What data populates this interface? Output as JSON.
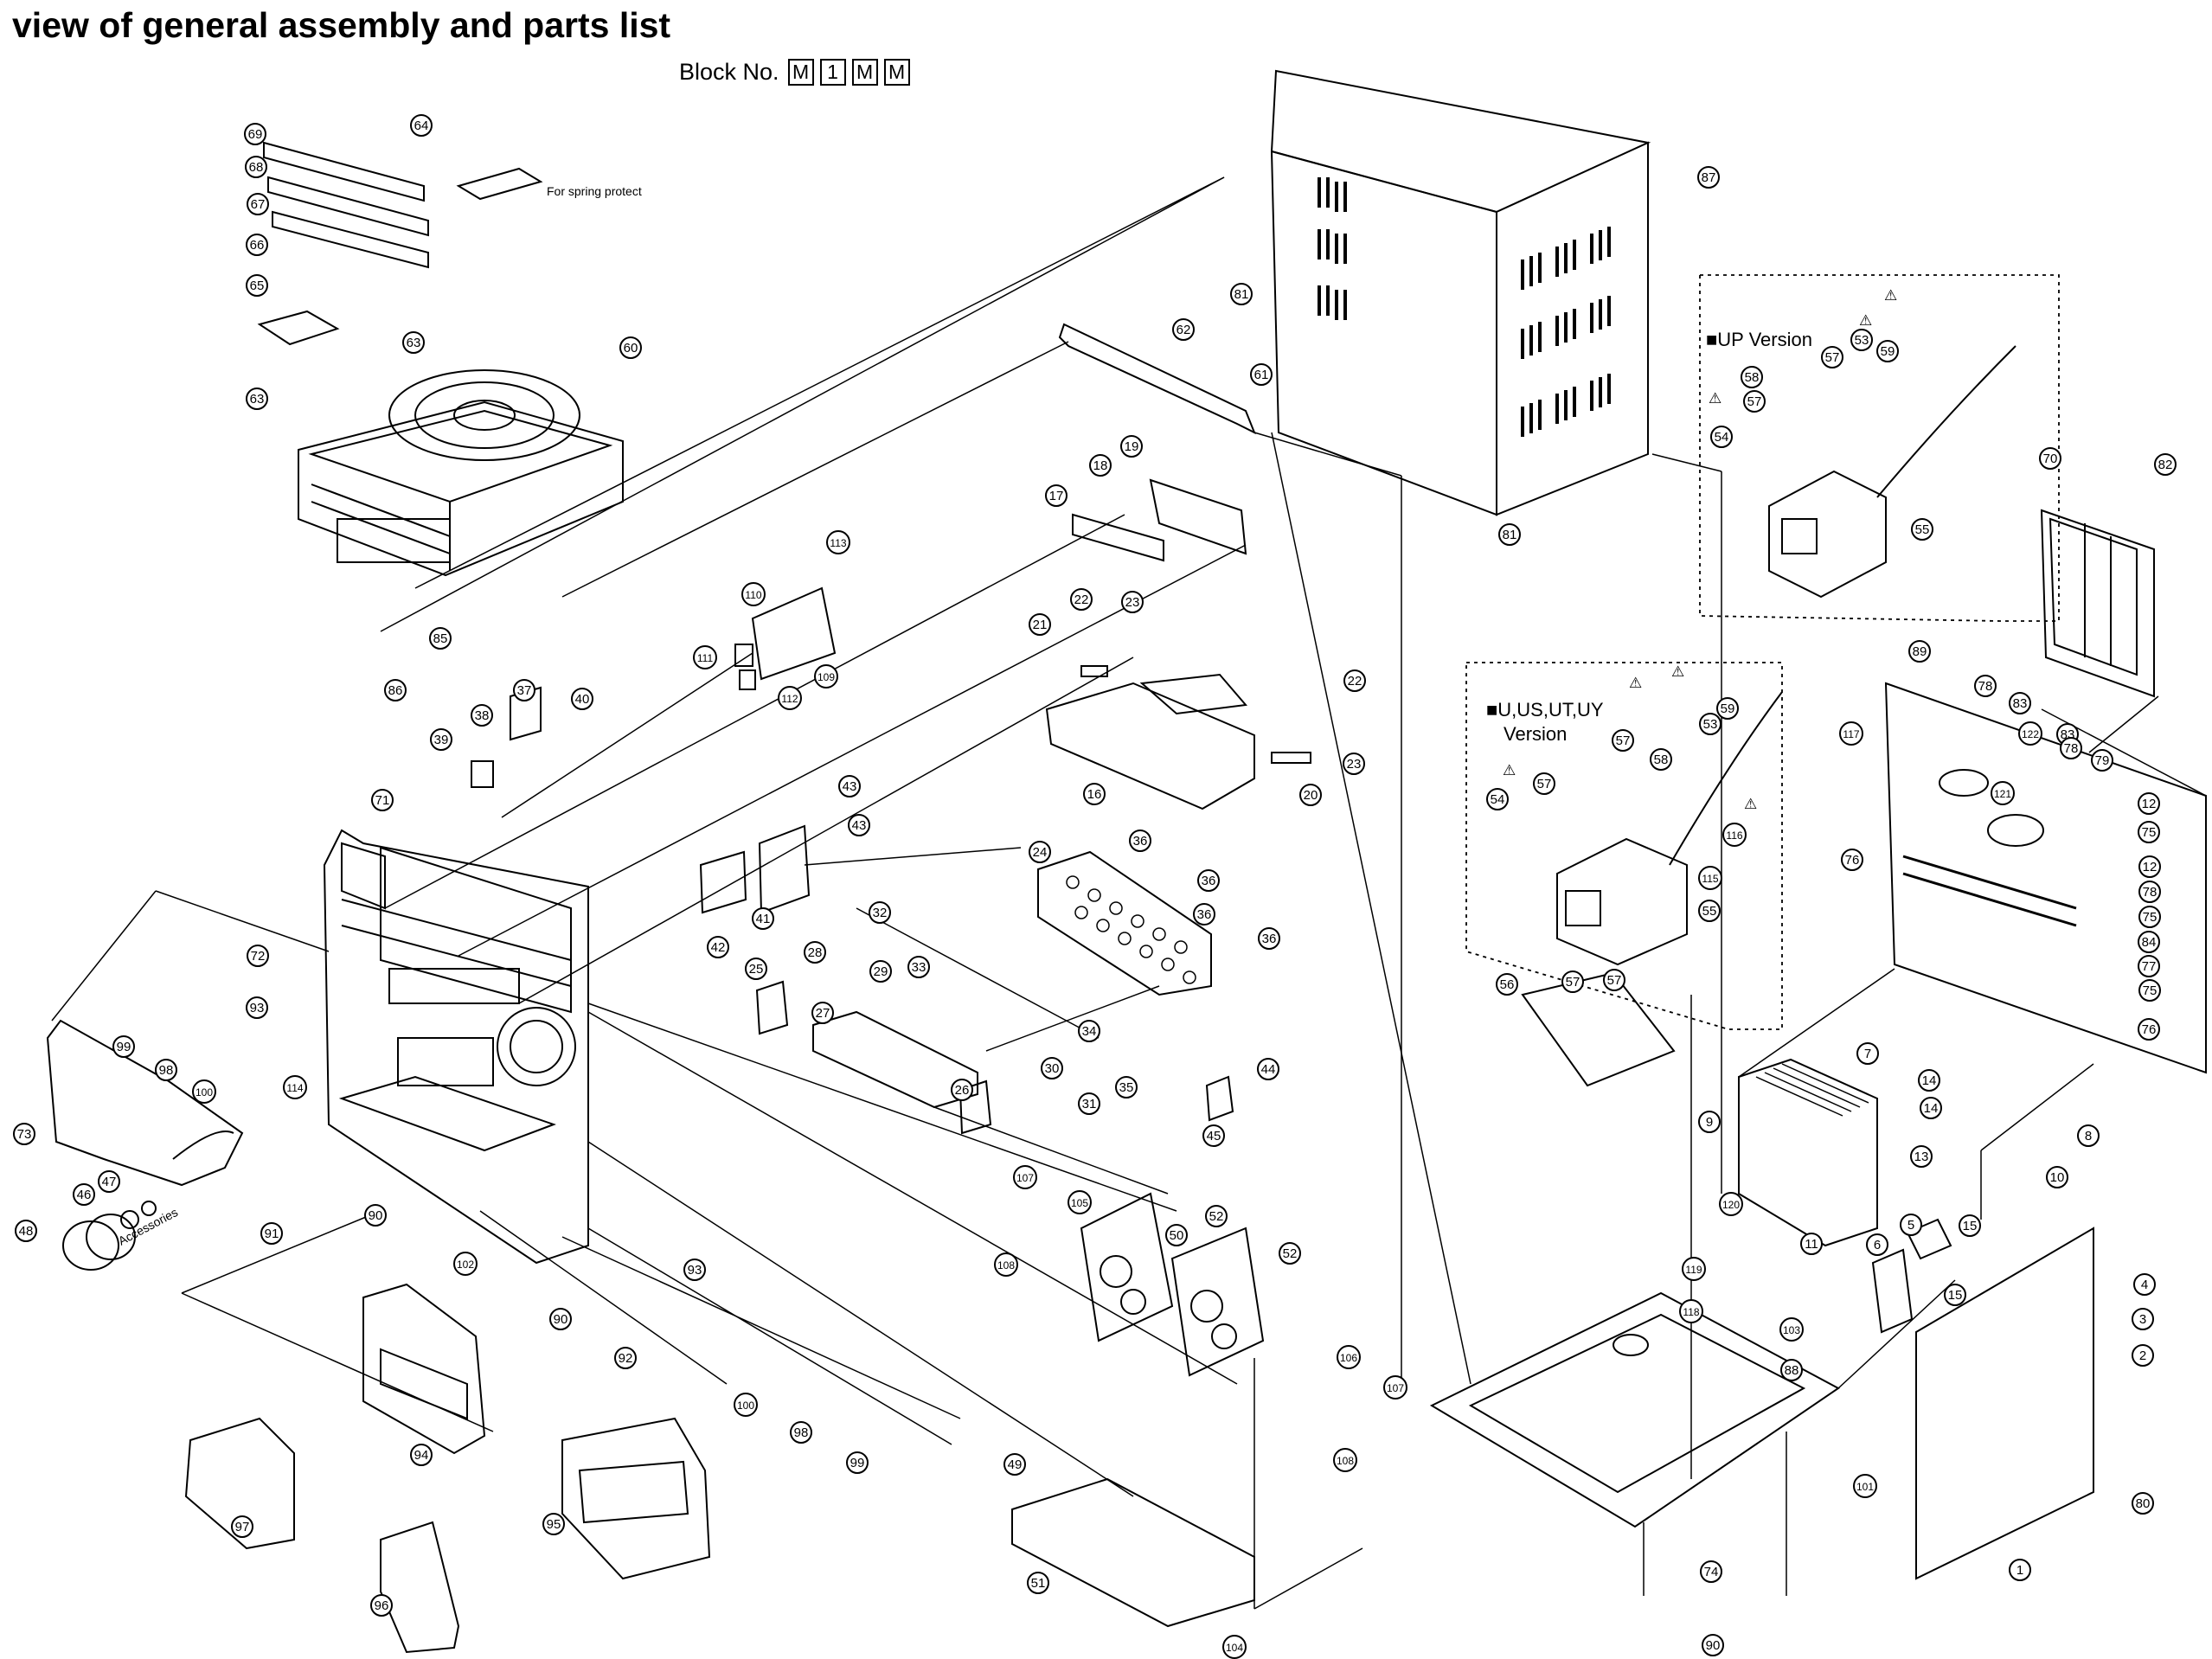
{
  "title": "view of general assembly and parts list",
  "block": {
    "label": "Block No.",
    "codes": [
      "M",
      "1",
      "M",
      "M"
    ]
  },
  "notes": {
    "spring_protect": "For spring protect",
    "accessories": "Accessories",
    "up_version": "■UP Version",
    "u_version_line1": "■U,US,UT,UY",
    "u_version_line2": "Version",
    "warning_symbol": "⚠"
  },
  "part_labels": [
    "1",
    "2",
    "3",
    "4",
    "5",
    "6",
    "7",
    "8",
    "9",
    "10",
    "11",
    "12",
    "13",
    "14",
    "15",
    "16",
    "17",
    "18",
    "19",
    "20",
    "21",
    "22",
    "23",
    "24",
    "25",
    "26",
    "27",
    "28",
    "29",
    "30",
    "31",
    "32",
    "33",
    "34",
    "35",
    "36",
    "37",
    "38",
    "39",
    "40",
    "41",
    "42",
    "43",
    "44",
    "45",
    "46",
    "47",
    "48",
    "49",
    "50",
    "51",
    "52",
    "53",
    "54",
    "55",
    "56",
    "57",
    "58",
    "59",
    "60",
    "61",
    "62",
    "63",
    "64",
    "65",
    "66",
    "67",
    "68",
    "69",
    "70",
    "71",
    "72",
    "73",
    "74",
    "75",
    "76",
    "77",
    "78",
    "79",
    "80",
    "81",
    "82",
    "83",
    "84",
    "85",
    "86",
    "87",
    "88",
    "89",
    "90",
    "91",
    "92",
    "93",
    "94",
    "95",
    "96",
    "97",
    "98",
    "99",
    "100",
    "101",
    "102",
    "103",
    "104",
    "105",
    "106",
    "107",
    "108",
    "109",
    "110",
    "111",
    "112",
    "113",
    "114",
    "115",
    "116",
    "117",
    "118",
    "119",
    "120",
    "121",
    "122"
  ]
}
